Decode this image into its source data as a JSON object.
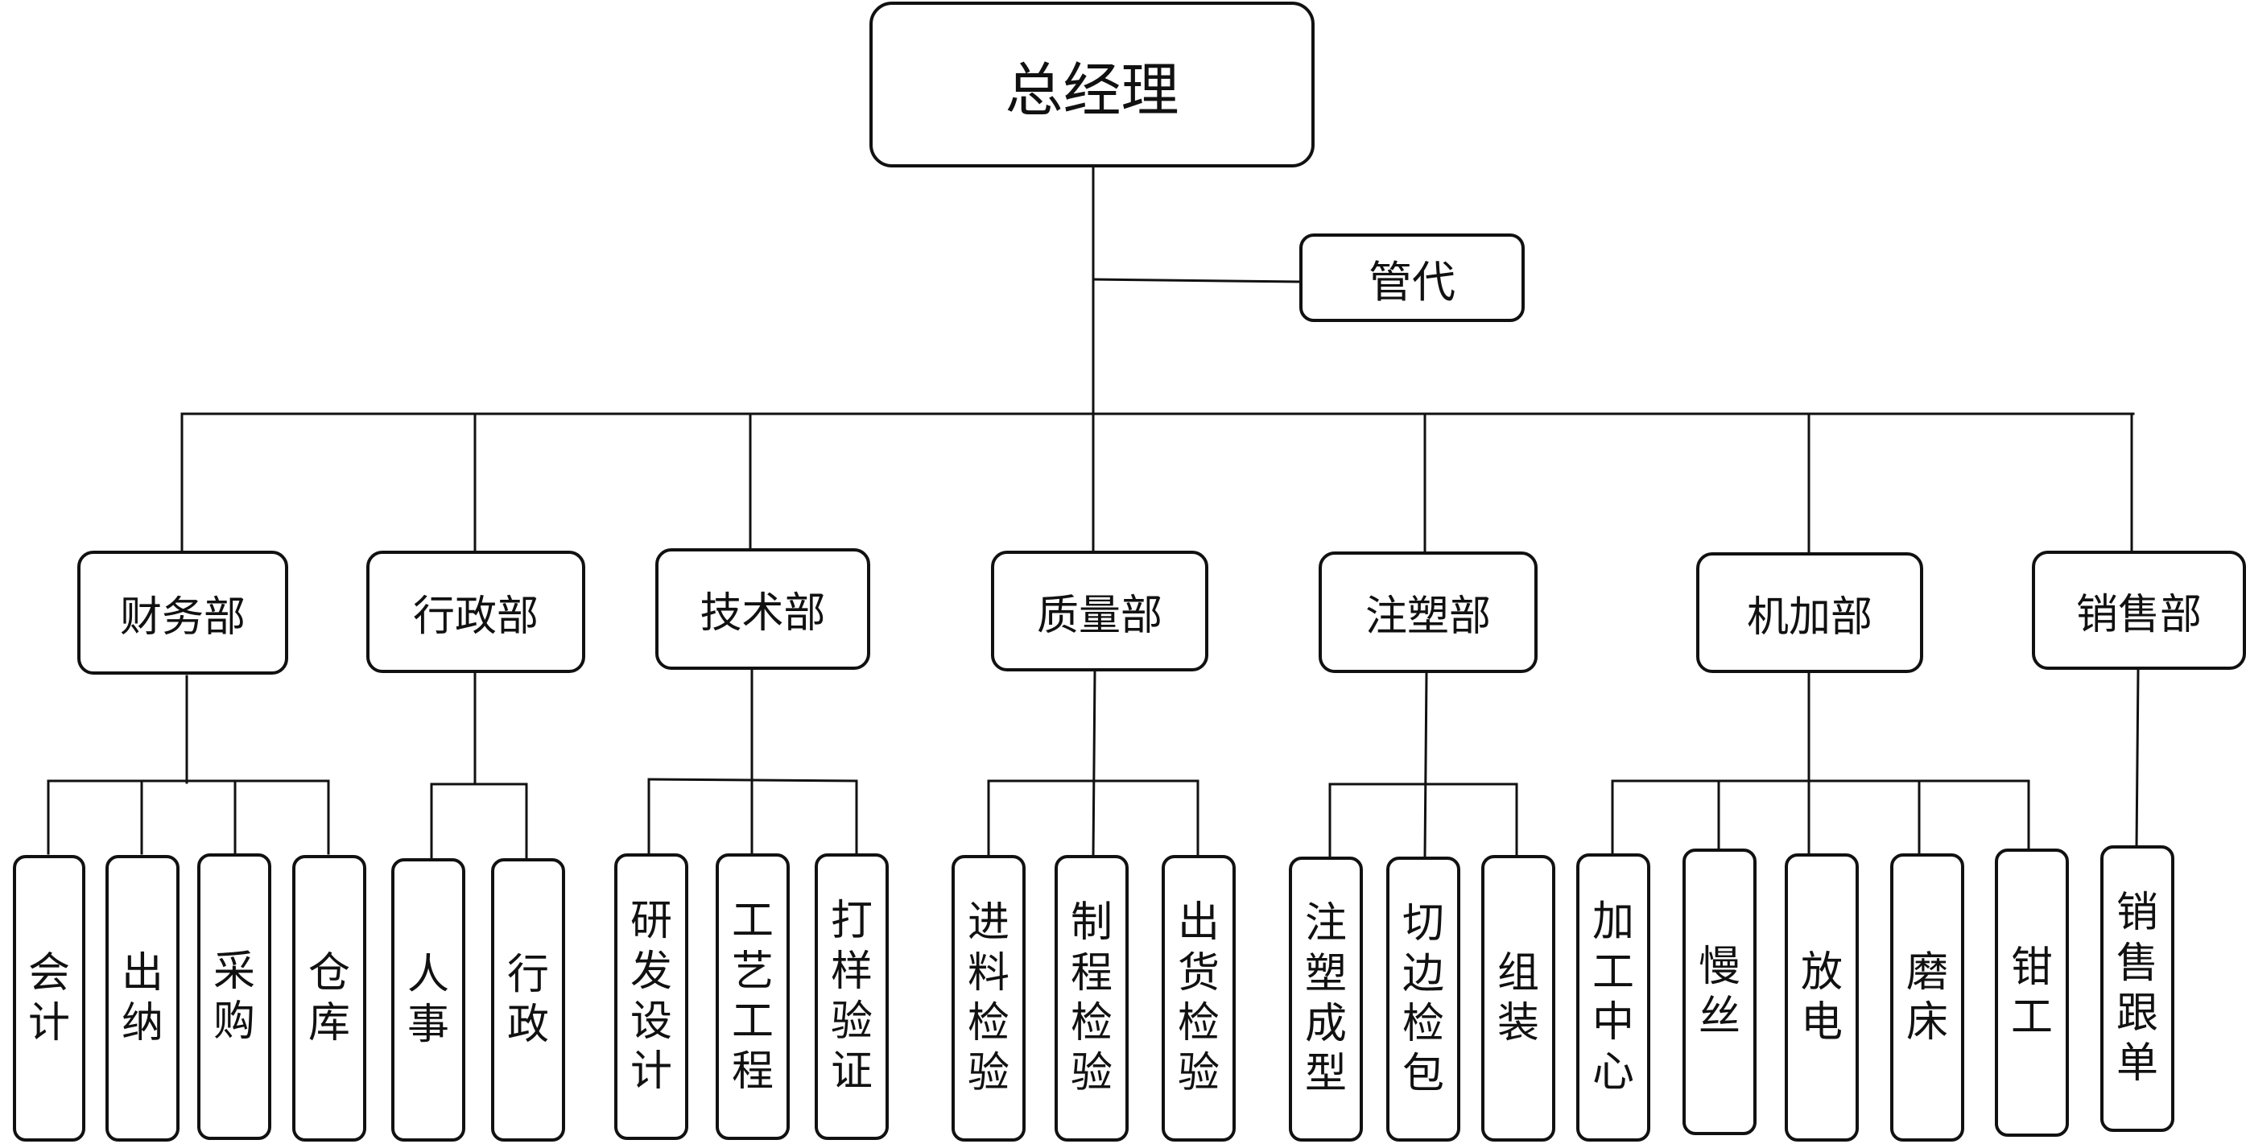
{
  "chart": {
    "root": "总经理",
    "assistant": "管代",
    "departments": [
      {
        "name": "财务部",
        "units": [
          "会计",
          "出纳",
          "采购",
          "仓库"
        ]
      },
      {
        "name": "行政部",
        "units": [
          "人事",
          "行政"
        ]
      },
      {
        "name": "技术部",
        "units": [
          "研发设计",
          "工艺工程",
          "打样验证"
        ]
      },
      {
        "name": "质量部",
        "units": [
          "进料检验",
          "制程检验",
          "出货检验"
        ]
      },
      {
        "name": "注塑部",
        "units": [
          "注塑成型",
          "切边检包",
          "组装"
        ]
      },
      {
        "name": "机加部",
        "units": [
          "加工中心",
          "慢丝",
          "放电",
          "磨床",
          "钳工"
        ]
      },
      {
        "name": "销售部",
        "units": [
          "销售跟单"
        ]
      }
    ]
  }
}
